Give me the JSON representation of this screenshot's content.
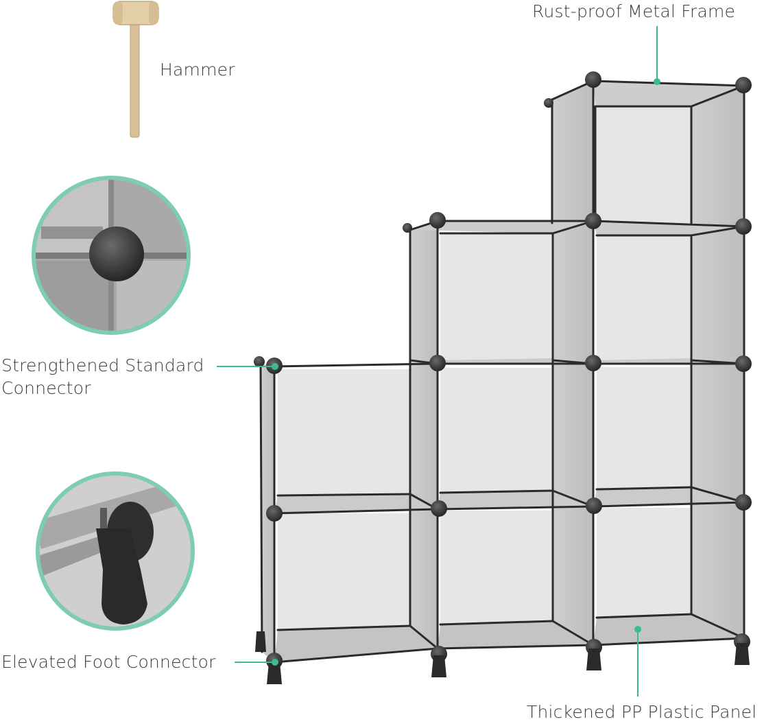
{
  "labels": {
    "frame": "Rust-proof Metal Frame",
    "hammer": "Hammer",
    "connector_line1": "Strengthened Standard",
    "connector_line2": "Connector",
    "foot": "Elevated Foot Connector",
    "panel": "Thickened PP Plastic Panel"
  },
  "colors": {
    "accent": "#3dbb8e",
    "circle_ring": "#7ecdb0",
    "panel_fill": "#d9d9d9",
    "panel_front": "#e4e4e4",
    "frame": "#2b2b2b",
    "connector": "#3a3a3a",
    "text": "#3a3a3a"
  },
  "icons": [
    "hammer-icon",
    "connector-closeup",
    "foot-closeup",
    "cube-shelf-illustration"
  ]
}
